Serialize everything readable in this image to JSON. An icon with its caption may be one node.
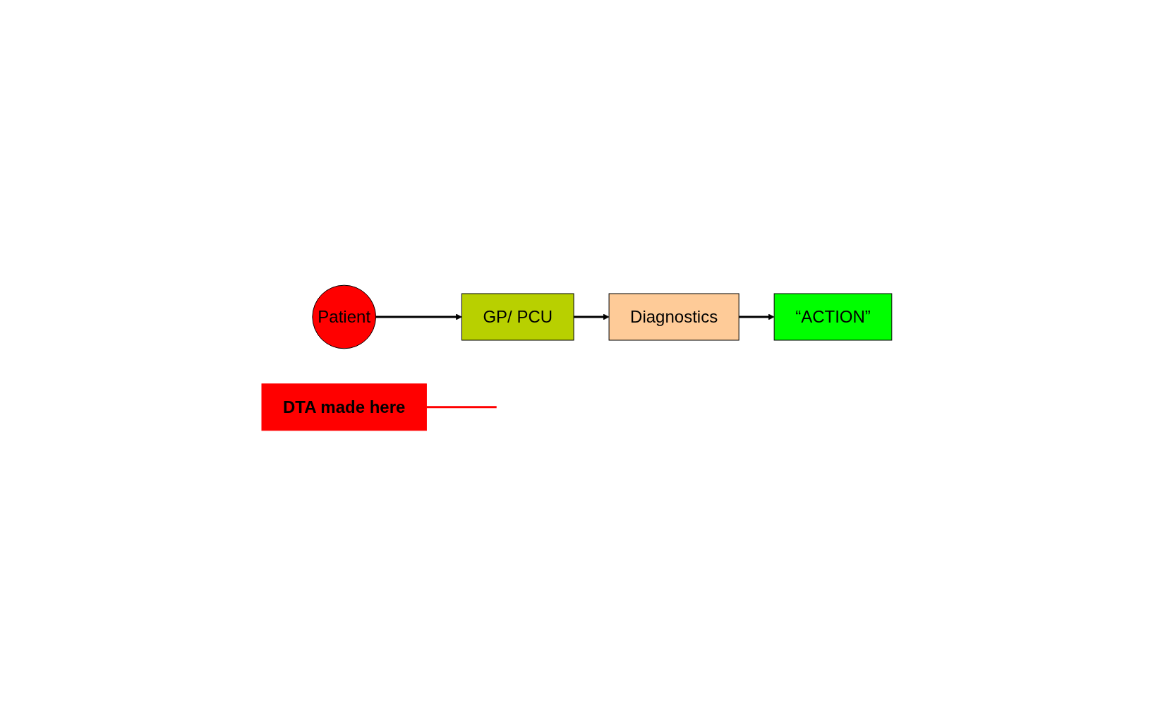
{
  "diagram": {
    "nodes": [
      {
        "text": [
          "Patient"
        ]
      },
      {
        "text": [
          "GP/ PCU"
        ]
      },
      {
        "text": [
          "Diagnostics"
        ]
      },
      {
        "text": [
          "“ACTION”"
        ]
      },
      {
        "text": [
          "DTA made here"
        ]
      }
    ],
    "edges": [
      {
        "from": 0,
        "to": 1,
        "arrow": "to"
      },
      {
        "from": 1,
        "to": 2,
        "arrow": "to"
      },
      {
        "from": 2,
        "to": 3,
        "arrow": "to"
      },
      {
        "from": 4,
        "to": null,
        "arrow": "none",
        "color": "#ff0000"
      }
    ]
  }
}
